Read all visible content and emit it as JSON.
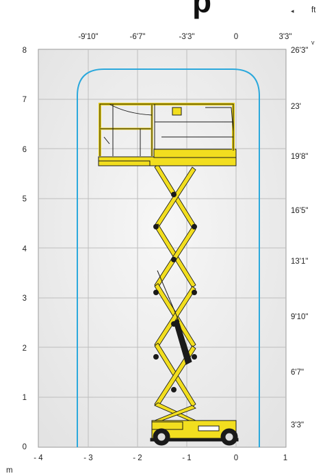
{
  "top_fragment": "p",
  "units": {
    "feet": "ft",
    "meters": "m"
  },
  "corner_marks": {
    "arrow_left": "◂",
    "arrow_down": "v"
  },
  "ft_axis_top": [
    "-9'10\"",
    "-6'7\"",
    "-3'3\"",
    "0",
    "3'3\""
  ],
  "m_axis_left": [
    "8",
    "7",
    "6",
    "5",
    "4",
    "3",
    "2",
    "1",
    "0"
  ],
  "m_axis_bottom": [
    "- 4",
    "- 3",
    "- 2",
    "- 1",
    "0",
    "1"
  ],
  "ft_axis_right": [
    "26'3\"",
    "23'",
    "19'8\"",
    "16'5\"",
    "13'1\"",
    "9'10\"",
    "6'7\"",
    "3'3\""
  ],
  "colors": {
    "grid_bg": "#ececec",
    "grid_line": "#bdbdbd",
    "envelope": "#2aa8dc",
    "machine_yellow": "#f2de1f",
    "machine_outline": "#1a1a1a"
  }
}
